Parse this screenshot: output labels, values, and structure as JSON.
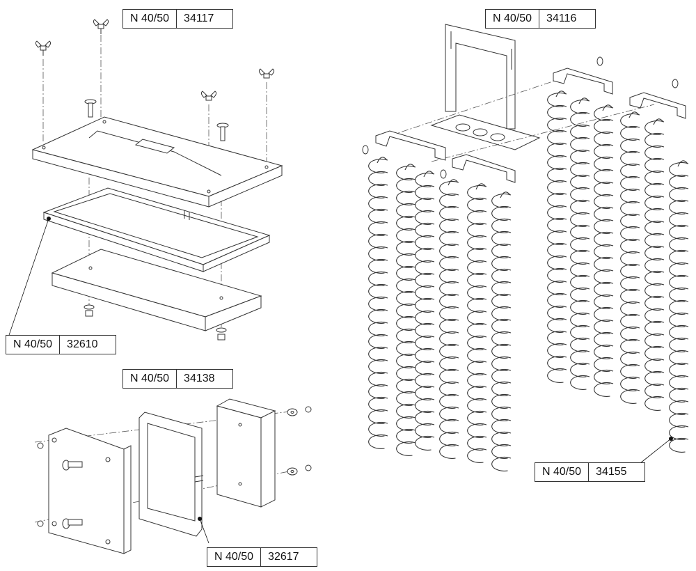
{
  "labels": {
    "lid_assembly": {
      "model": "N 40/50",
      "code": "34117"
    },
    "lid_gasket": {
      "model": "N 40/50",
      "code": "32610"
    },
    "door_assembly": {
      "model": "N 40/50",
      "code": "34138"
    },
    "door_gasket": {
      "model": "N 40/50",
      "code": "32617"
    },
    "heater_bracket": {
      "model": "N 40/50",
      "code": "34116"
    },
    "heating_coil": {
      "model": "N 40/50",
      "code": "34155"
    }
  },
  "colors": {
    "line": "#333333",
    "background": "#ffffff",
    "leader": "#111111"
  }
}
